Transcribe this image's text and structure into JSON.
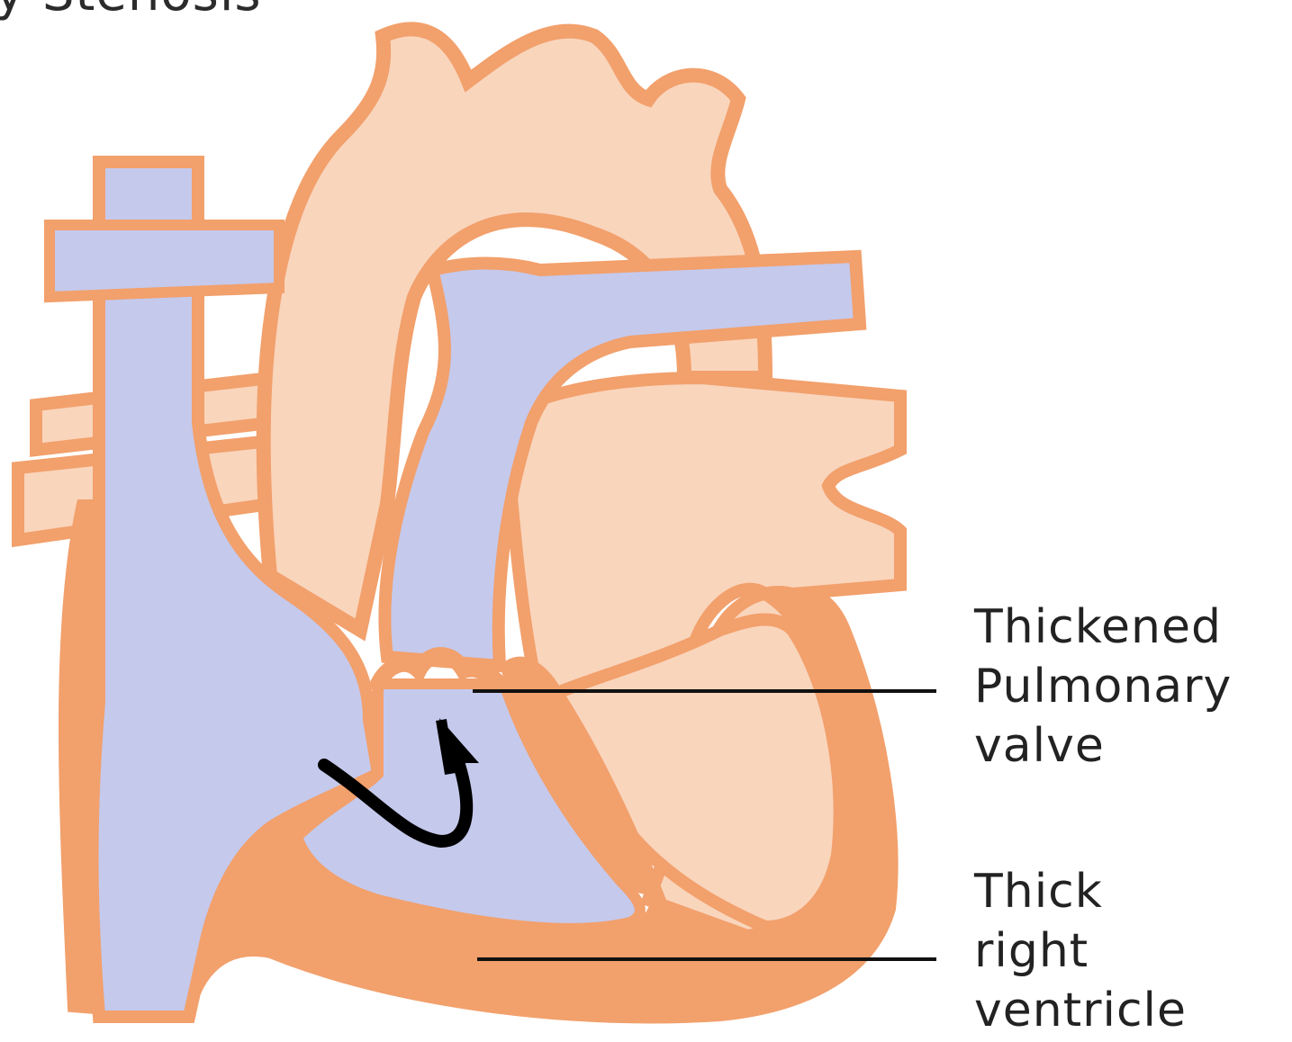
{
  "diagram": {
    "title_fragment": "y Stenosis",
    "labels": [
      {
        "id": "pulmonary-valve",
        "lines": [
          "Thickened",
          "Pulmonary",
          "valve"
        ]
      },
      {
        "id": "right-ventricle",
        "lines": [
          "Thick",
          "right",
          "ventricle"
        ]
      }
    ],
    "colors": {
      "muscle": "#f2a06c",
      "tissue": "#f9d5bc",
      "blood": "#c5c9ec",
      "leader": "#111111",
      "arrow": "#000000"
    }
  }
}
